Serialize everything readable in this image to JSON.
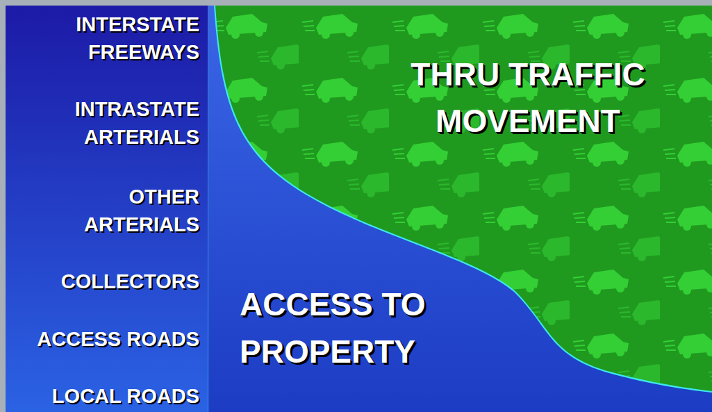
{
  "diagram": {
    "nodes": [
      {
        "text": [
          "THRU TRAFFIC MOVEMENT"
        ]
      },
      {
        "text": [
          "ACCESS TO PROPERTY"
        ]
      }
    ],
    "labels": [
      "INTERSTATE FREEWAYS",
      "INTRASTATE ARTERIALS",
      "OTHER ARTERIALS",
      "COLLECTORS",
      "ACCESS ROADS",
      "LOCAL ROADS"
    ]
  }
}
